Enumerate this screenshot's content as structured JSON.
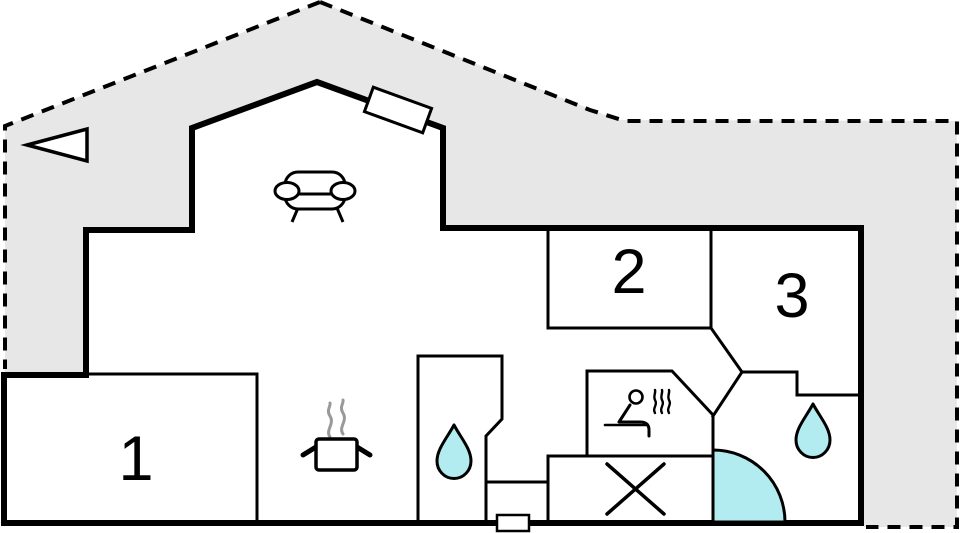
{
  "floor_plan": {
    "room_labels": {
      "room1": "1",
      "room2": "2",
      "room3": "3"
    },
    "colors": {
      "wall": "#000000",
      "lot_fill": "#e7e7e7",
      "water_fill": "#b2ecf0",
      "steam": "#999999",
      "paper": "#ffffff"
    },
    "icons": {
      "north_arrow": "north-arrow-icon",
      "skylight": "skylight-window-icon",
      "sofa": "sofa-icon",
      "stove": "stove-pot-icon",
      "toilet_drop": "water-drop-icon",
      "bathroom_drop": "water-drop-icon",
      "sauna": "sauna-person-icon",
      "utility": "crossed-box-icon",
      "shower": "corner-shower-icon",
      "entrance": "entrance-door-icon"
    }
  }
}
